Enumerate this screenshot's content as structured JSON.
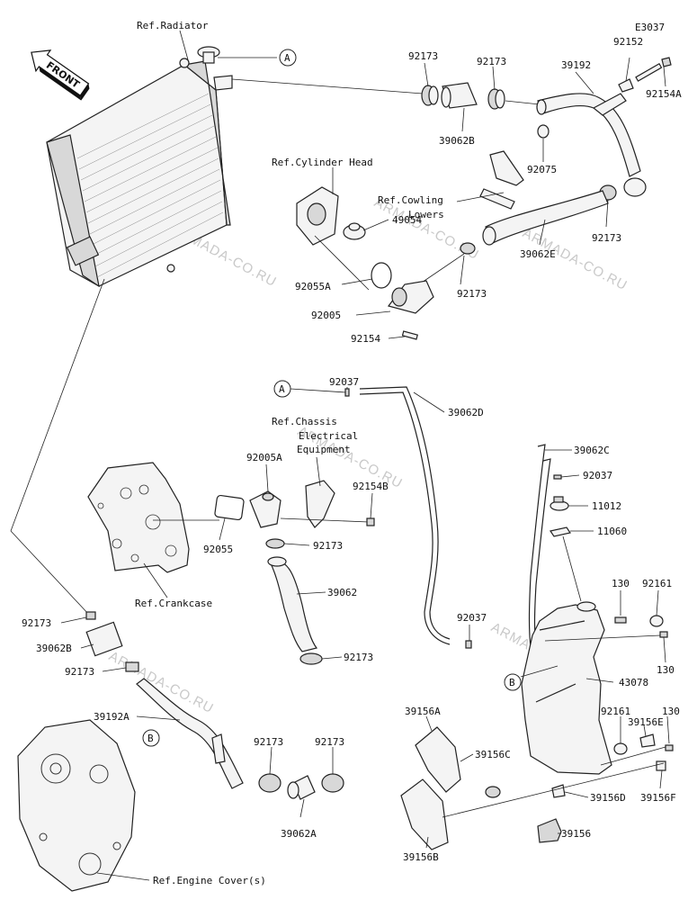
{
  "diagram_code": "E3037",
  "front_label": "FRONT",
  "callouts": [
    "A",
    "B"
  ],
  "watermark": "ARMADA-CO.RU",
  "references": {
    "radiator": "Ref.Radiator",
    "cylinder_head": "Ref.Cylinder Head",
    "cowling_lowers_1": "Ref.Cowling",
    "cowling_lowers_2": "Lowers",
    "chassis_1": "Ref.Chassis",
    "chassis_2": "Electrical",
    "chassis_3": "Equipment",
    "crankcase": "Ref.Crankcase",
    "engine_cover": "Ref.Engine Cover(s)"
  },
  "parts": [
    {
      "id": "p1",
      "label": "92173"
    },
    {
      "id": "p2",
      "label": "92173"
    },
    {
      "id": "p3",
      "label": "39192"
    },
    {
      "id": "p4",
      "label": "92152"
    },
    {
      "id": "p5",
      "label": "92154A"
    },
    {
      "id": "p6",
      "label": "39062B"
    },
    {
      "id": "p7",
      "label": "92075"
    },
    {
      "id": "p8",
      "label": "49054"
    },
    {
      "id": "p9",
      "label": "92173"
    },
    {
      "id": "p10",
      "label": "39062E"
    },
    {
      "id": "p11",
      "label": "92055A"
    },
    {
      "id": "p12",
      "label": "92173"
    },
    {
      "id": "p13",
      "label": "92005"
    },
    {
      "id": "p14",
      "label": "92154"
    },
    {
      "id": "p15",
      "label": "92037"
    },
    {
      "id": "p16",
      "label": "39062D"
    },
    {
      "id": "p17",
      "label": "92005A"
    },
    {
      "id": "p18",
      "label": "92154B"
    },
    {
      "id": "p19",
      "label": "92055"
    },
    {
      "id": "p20",
      "label": "92173"
    },
    {
      "id": "p21",
      "label": "39062"
    },
    {
      "id": "p22",
      "label": "92173"
    },
    {
      "id": "p23",
      "label": "39062C"
    },
    {
      "id": "p24",
      "label": "92037"
    },
    {
      "id": "p25",
      "label": "11012"
    },
    {
      "id": "p26",
      "label": "11060"
    },
    {
      "id": "p27",
      "label": "130"
    },
    {
      "id": "p28",
      "label": "92161"
    },
    {
      "id": "p29",
      "label": "92173"
    },
    {
      "id": "p30",
      "label": "39062B"
    },
    {
      "id": "p31",
      "label": "92173"
    },
    {
      "id": "p32",
      "label": "92037"
    },
    {
      "id": "p33",
      "label": "130"
    },
    {
      "id": "p34",
      "label": "43078"
    },
    {
      "id": "p35",
      "label": "39192A"
    },
    {
      "id": "p36",
      "label": "39156A"
    },
    {
      "id": "p37",
      "label": "39156E"
    },
    {
      "id": "p38",
      "label": "92161"
    },
    {
      "id": "p39",
      "label": "130"
    },
    {
      "id": "p40",
      "label": "92173"
    },
    {
      "id": "p41",
      "label": "92173"
    },
    {
      "id": "p42",
      "label": "39156C"
    },
    {
      "id": "p43",
      "label": "39156D"
    },
    {
      "id": "p44",
      "label": "39156F"
    },
    {
      "id": "p45",
      "label": "39062A"
    },
    {
      "id": "p46",
      "label": "39156"
    },
    {
      "id": "p47",
      "label": "39156B"
    }
  ]
}
